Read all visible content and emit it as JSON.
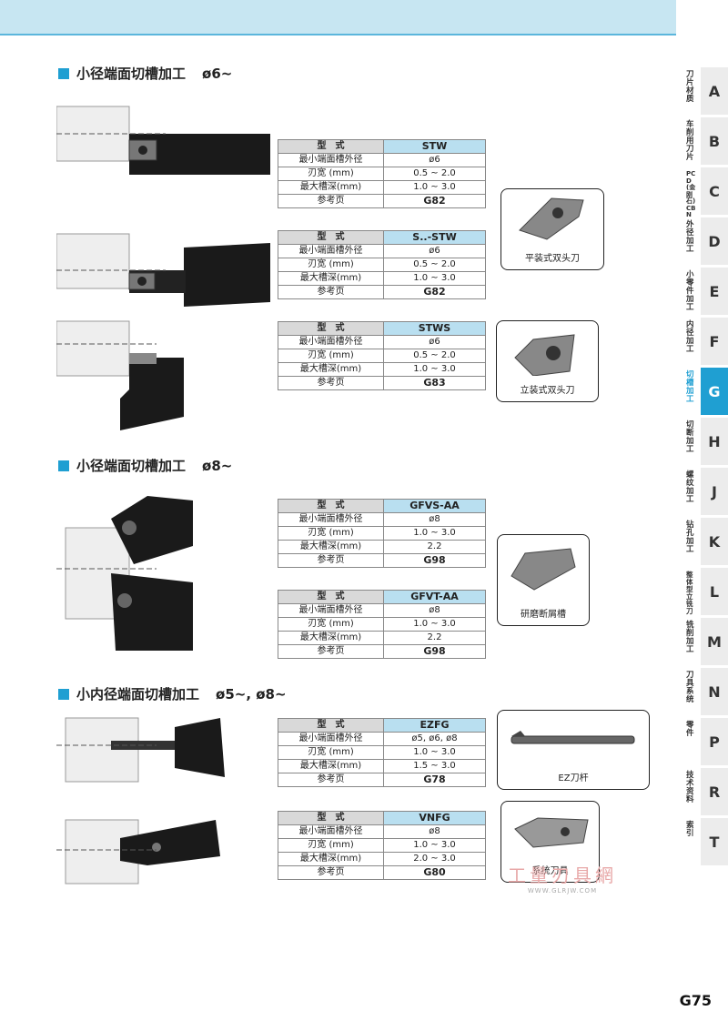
{
  "sections": [
    {
      "title": "小径端面切槽加工",
      "dia": "ø6~"
    },
    {
      "title": "小径端面切槽加工",
      "dia": "ø8~"
    },
    {
      "title": "小内径端面切槽加工",
      "dia": "ø5~, ø8~"
    }
  ],
  "tables": [
    {
      "head": "型　式",
      "code": "STW",
      "rows": [
        [
          "最小端面槽外径",
          "ø6"
        ],
        [
          "刃宽 (mm)",
          "0.5 ~ 2.0"
        ],
        [
          "最大槽深(mm)",
          "1.0 ~ 3.0"
        ]
      ],
      "ref_label": "参考页",
      "ref": "G82"
    },
    {
      "head": "型　式",
      "code": "S..-STW",
      "rows": [
        [
          "最小端面槽外径",
          "ø6"
        ],
        [
          "刃宽 (mm)",
          "0.5 ~ 2.0"
        ],
        [
          "最大槽深(mm)",
          "1.0 ~ 3.0"
        ]
      ],
      "ref_label": "参考页",
      "ref": "G82"
    },
    {
      "head": "型　式",
      "code": "STWS",
      "rows": [
        [
          "最小端面槽外径",
          "ø6"
        ],
        [
          "刃宽 (mm)",
          "0.5 ~ 2.0"
        ],
        [
          "最大槽深(mm)",
          "1.0 ~ 3.0"
        ]
      ],
      "ref_label": "参考页",
      "ref": "G83"
    },
    {
      "head": "型　式",
      "code": "GFVS-AA",
      "rows": [
        [
          "最小端面槽外径",
          "ø8"
        ],
        [
          "刃宽 (mm)",
          "1.0 ~ 3.0"
        ],
        [
          "最大槽深(mm)",
          "2.2"
        ]
      ],
      "ref_label": "参考页",
      "ref": "G98"
    },
    {
      "head": "型　式",
      "code": "GFVT-AA",
      "rows": [
        [
          "最小端面槽外径",
          "ø8"
        ],
        [
          "刃宽 (mm)",
          "1.0 ~ 3.0"
        ],
        [
          "最大槽深(mm)",
          "2.2"
        ]
      ],
      "ref_label": "参考页",
      "ref": "G98"
    },
    {
      "head": "型　式",
      "code": "EZFG",
      "rows": [
        [
          "最小端面槽外径",
          "ø5, ø6, ø8"
        ],
        [
          "刃宽 (mm)",
          "1.0 ~ 3.0"
        ],
        [
          "最大槽深(mm)",
          "1.5 ~ 3.0"
        ]
      ],
      "ref_label": "参考页",
      "ref": "G78"
    },
    {
      "head": "型　式",
      "code": "VNFG",
      "rows": [
        [
          "最小端面槽外径",
          "ø8"
        ],
        [
          "刃宽 (mm)",
          "1.0 ~ 3.0"
        ],
        [
          "最大槽深(mm)",
          "2.0 ~ 3.0"
        ]
      ],
      "ref_label": "参考页",
      "ref": "G80"
    }
  ],
  "photos": [
    "平装式双头刀",
    "立装式双头刀",
    "研磨断屑槽",
    "EZ刀杆",
    "系统刀具"
  ],
  "tabs": [
    {
      "label": "刀片材质",
      "letter": "A"
    },
    {
      "label": "车削用刀片",
      "letter": "B"
    },
    {
      "label": "PCD(金刚石) CBN",
      "letter": "C"
    },
    {
      "label": "外径加工",
      "letter": "D"
    },
    {
      "label": "小零件加工",
      "letter": "E"
    },
    {
      "label": "内径加工",
      "letter": "F"
    },
    {
      "label": "切槽加工",
      "letter": "G"
    },
    {
      "label": "切断加工",
      "letter": "H"
    },
    {
      "label": "螺纹加工",
      "letter": "J"
    },
    {
      "label": "钻孔加工",
      "letter": "K"
    },
    {
      "label": "整体型立铣刀",
      "letter": "L"
    },
    {
      "label": "铣削加工",
      "letter": "M"
    },
    {
      "label": "刀具系统",
      "letter": "N"
    },
    {
      "label": "零件",
      "letter": "P"
    },
    {
      "label": "技术资料",
      "letter": "R"
    },
    {
      "label": "索引",
      "letter": "T"
    }
  ],
  "watermark": {
    "main": "工量刃具網",
    "sub": "WWW.GLRJW.COM"
  },
  "page_number": "G75",
  "colors": {
    "accent": "#1f9fd2",
    "header_bg": "#c7e6f2"
  }
}
